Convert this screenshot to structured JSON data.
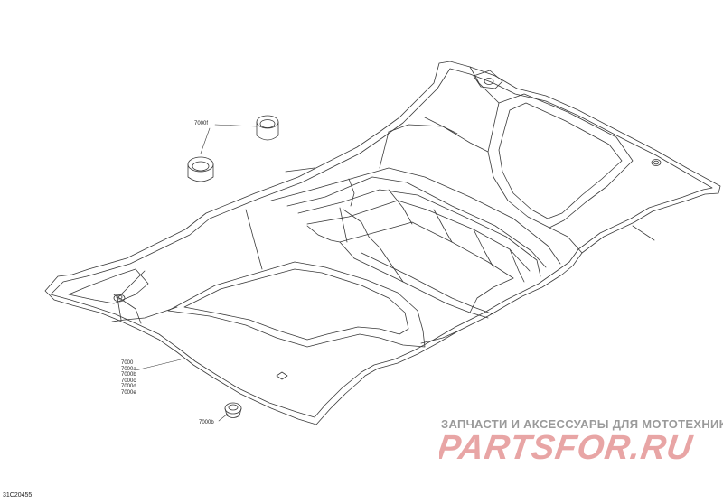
{
  "figure_id": "31C20455",
  "callouts": {
    "cap": "7000f",
    "panel": [
      "7000",
      "7000a",
      "7000b",
      "7000c",
      "7000d",
      "7000e"
    ],
    "clip": "7000b"
  },
  "watermark": {
    "caption": "ЗАПЧАСТИ И АКСЕССУАРЫ ДЛЯ МОТОТЕХНИКИ",
    "logo_text": "PARTSFOR.RU",
    "colors": {
      "logo": "#e8a5a5",
      "caption": "#9a9a9a"
    }
  },
  "colors": {
    "line": "#3a3a3a",
    "background": "#ffffff"
  }
}
